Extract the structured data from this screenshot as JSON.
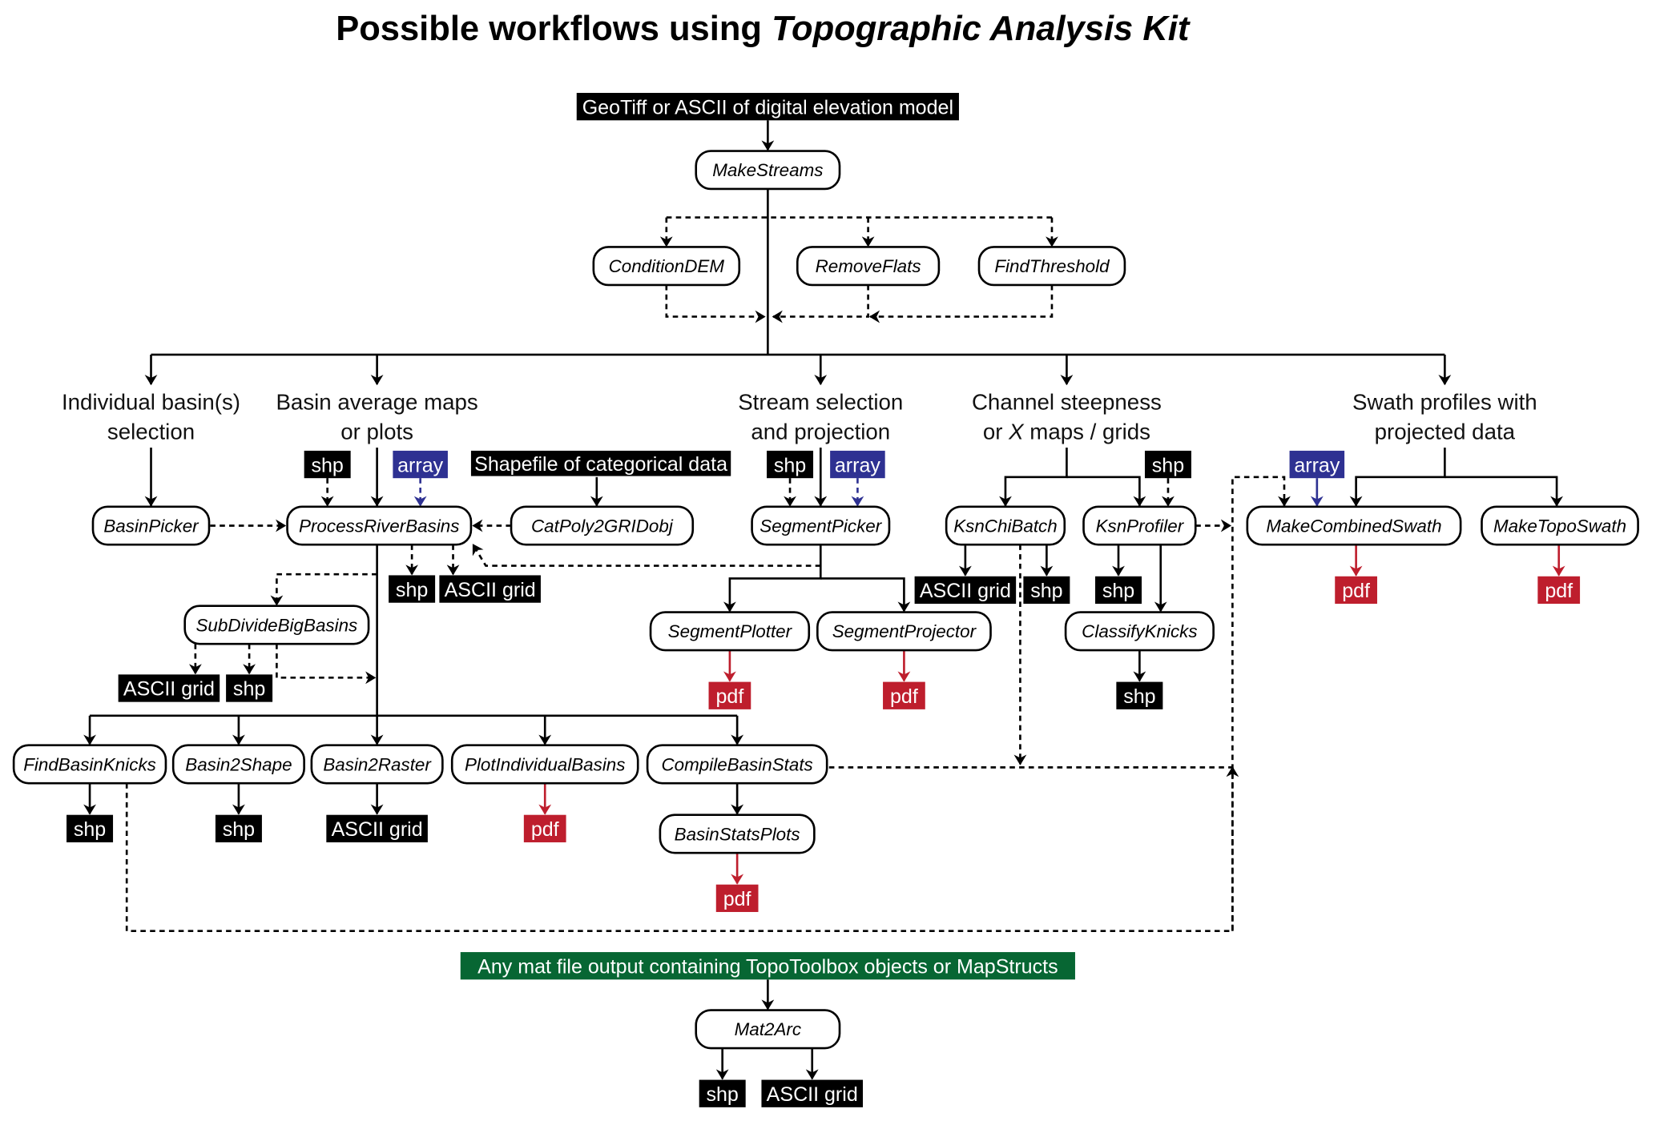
{
  "title": {
    "regular": "Possible workflows using ",
    "italic": "Topographic Analysis Kit"
  },
  "colors": {
    "black_tag": "#000000",
    "array_tag": "#2e3192",
    "pdf_tag": "#be1e2d",
    "mat_banner": "#076633",
    "line": "#000000"
  },
  "inputs": {
    "dem": "GeoTiff or ASCII of digital elevation model",
    "shapefile_categorical": "Shapefile of categorical data",
    "mat_output": "Any mat  file output containing  TopoToolbox  objects or MapStructs"
  },
  "categories": [
    {
      "id": "individual",
      "lines": [
        "Individual basin(s)",
        "selection"
      ]
    },
    {
      "id": "basin-average",
      "lines": [
        "Basin average maps",
        "or plots"
      ]
    },
    {
      "id": "stream",
      "lines": [
        "Stream selection",
        "and projection"
      ]
    },
    {
      "id": "channel",
      "lines": [
        "Channel steepness",
        "or X maps / grids"
      ]
    },
    {
      "id": "swath",
      "lines": [
        "Swath profiles with",
        "projected data"
      ]
    }
  ],
  "nodes": {
    "MakeStreams": "MakeStreams",
    "ConditionDEM": "ConditionDEM",
    "RemoveFlats": "RemoveFlats",
    "FindThreshold": "FindThreshold",
    "BasinPicker": "BasinPicker",
    "ProcessRiverBasins": "ProcessRiverBasins",
    "CatPoly2GRIDobj": "CatPoly2GRIDobj",
    "SegmentPicker": "SegmentPicker",
    "KsnChiBatch": "KsnChiBatch",
    "KsnProfiler": "KsnProfiler",
    "MakeCombinedSwath": "MakeCombinedSwath",
    "MakeTopoSwath": "MakeTopoSwath",
    "SubDivideBigBasins": "SubDivideBigBasins",
    "SegmentPlotter": "SegmentPlotter",
    "SegmentProjector": "SegmentProjector",
    "ClassifyKnicks": "ClassifyKnicks",
    "FindBasinKnicks": "FindBasinKnicks",
    "Basin2Shape": "Basin2Shape",
    "Basin2Raster": "Basin2Raster",
    "PlotIndividualBasins": "PlotIndividualBasins",
    "CompileBasinStats": "CompileBasinStats",
    "BasinStatsPlots": "BasinStatsPlots",
    "Mat2Arc": "Mat2Arc"
  },
  "tags": {
    "shp": "shp",
    "ascii": "ASCII grid",
    "array": "array",
    "pdf": "pdf"
  }
}
